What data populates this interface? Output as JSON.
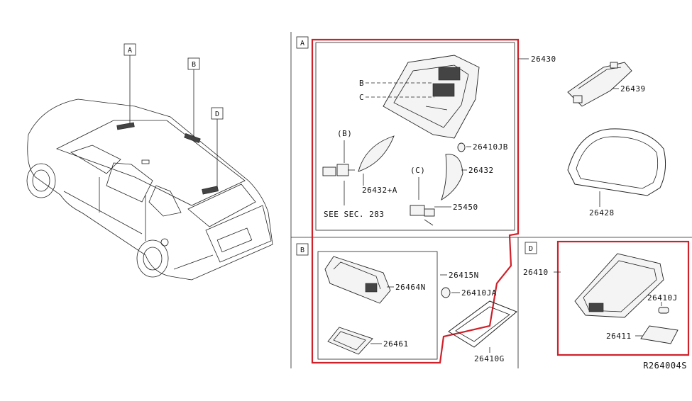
{
  "diagram": {
    "code": "R264004S",
    "views": {
      "a": "A",
      "b": "B",
      "c": "C",
      "d": "D"
    },
    "section_labels": {
      "a": "A",
      "b": "B",
      "d": "D"
    },
    "callouts": {
      "b": "B",
      "c": "C",
      "b_paren": "(B)",
      "c_paren": "(C)"
    },
    "parts": {
      "p26430": "26430",
      "p26439": "26439",
      "p26410jb": "26410JB",
      "p26432": "26432",
      "p26432a": "26432+A",
      "p25450": "25450",
      "see_sec": "SEE SEC. 283",
      "p26428": "26428",
      "p26415n": "26415N",
      "p26464n": "26464N",
      "p26410ja": "26410JA",
      "p26461": "26461",
      "p26410g": "26410G",
      "p26410": "26410",
      "p26410j": "26410J",
      "p26411": "26411"
    },
    "colors": {
      "highlight": "#d0202a",
      "line": "#222222"
    }
  }
}
